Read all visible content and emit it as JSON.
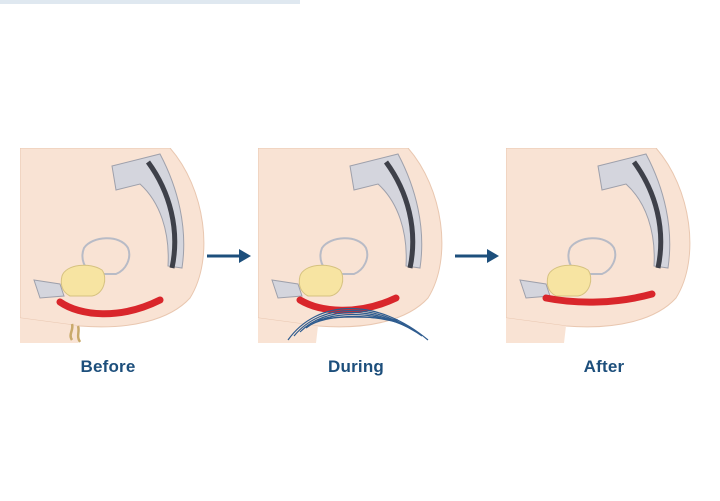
{
  "stages": [
    {
      "id": "before",
      "label": "Before",
      "pelvic_floor_state": "weakened",
      "leakage_shown": true,
      "waves_shown": false
    },
    {
      "id": "during",
      "label": "During",
      "pelvic_floor_state": "stimulated",
      "leakage_shown": false,
      "waves_shown": true
    },
    {
      "id": "after",
      "label": "After",
      "pelvic_floor_state": "strengthened",
      "leakage_shown": false,
      "waves_shown": false
    }
  ],
  "colors": {
    "skin": "#f9e3d4",
    "skin_edge": "#e9c7b0",
    "bone": "#d4d5dd",
    "bone_edge": "#9ea0ab",
    "spine_dark": "#3e4049",
    "bladder": "#f7e4a2",
    "organ_outline": "#b8bbc6",
    "muscle": "#d9262b",
    "wave": "#2f5c8f",
    "caption": "#1d4f7c",
    "arrow": "#1d4f7c"
  },
  "icons": {
    "arrow": "right-arrow-icon"
  }
}
